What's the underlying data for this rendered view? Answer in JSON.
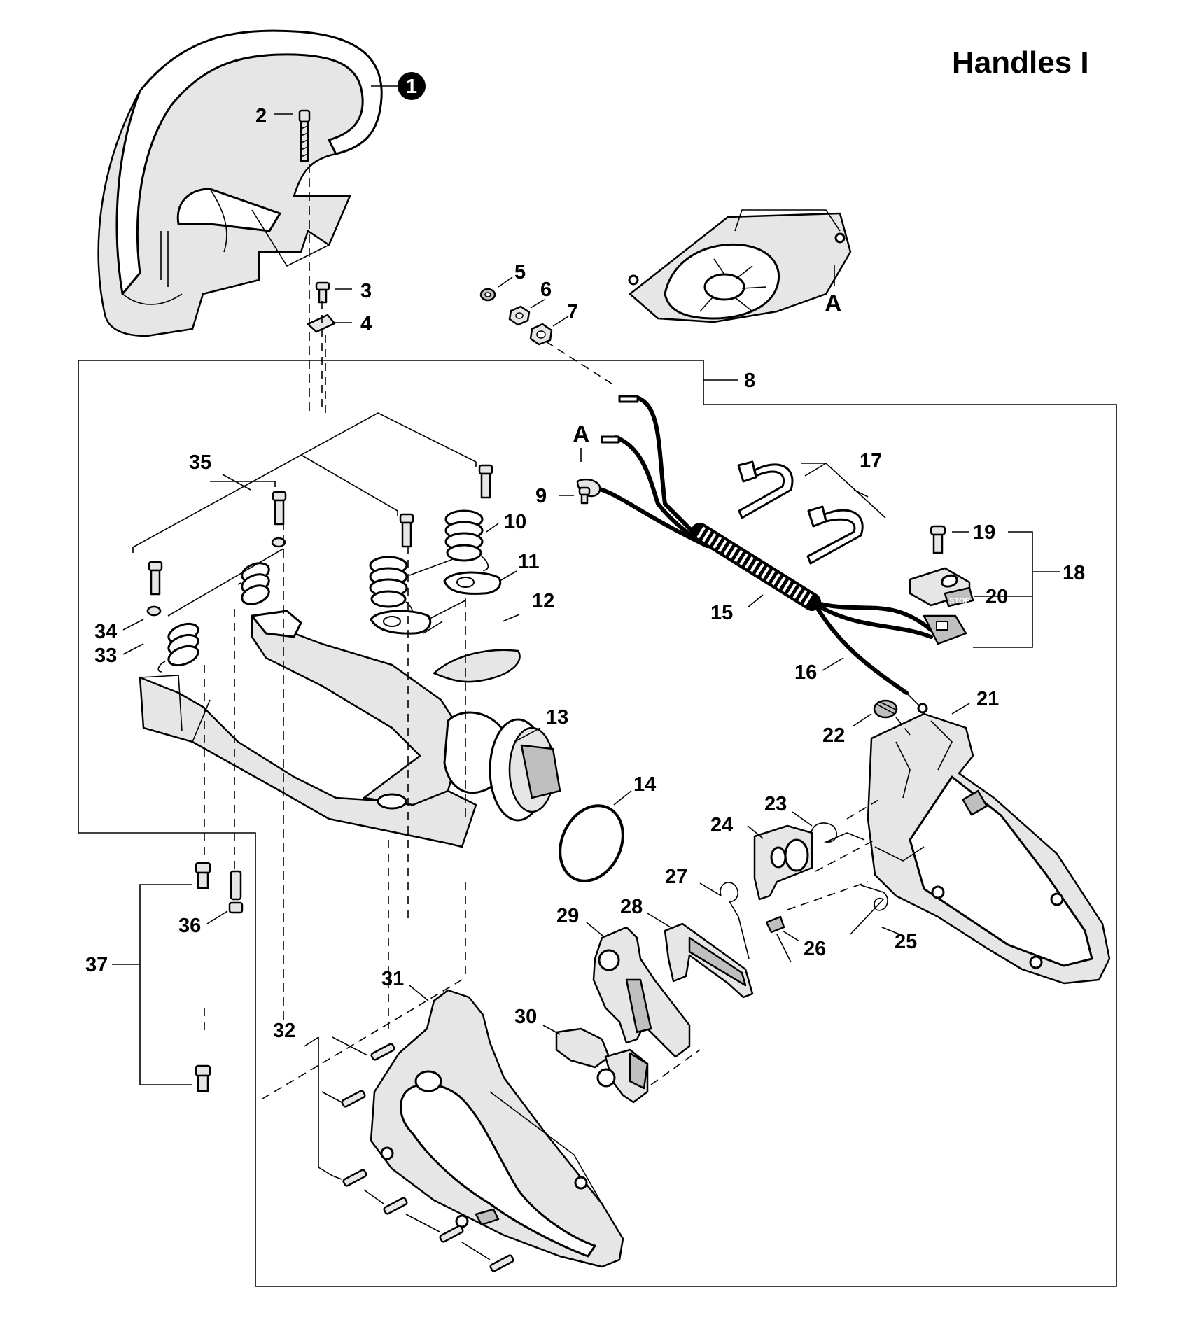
{
  "title": "Handles I",
  "reference_letter": "A",
  "callouts": [
    "1",
    "2",
    "3",
    "4",
    "5",
    "6",
    "7",
    "8",
    "9",
    "10",
    "11",
    "12",
    "13",
    "14",
    "15",
    "16",
    "17",
    "18",
    "19",
    "20",
    "21",
    "22",
    "23",
    "24",
    "25",
    "26",
    "27",
    "28",
    "29",
    "30",
    "31",
    "32",
    "33",
    "34",
    "35",
    "36",
    "37"
  ],
  "decal_text": "STOP"
}
